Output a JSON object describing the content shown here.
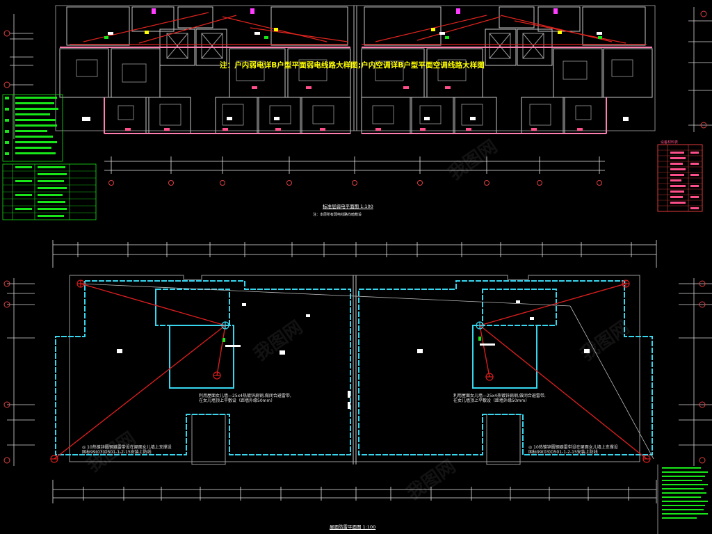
{
  "plan_note": "注：户内弱电详B户型平面弱电线路大样图;户内空调详B户型平面空调线路大样图",
  "upper_caption": "标准层弱电平面图 1:100",
  "upper_subcaption": "注：本层所有弱电线路均暗敷设",
  "roof_plan_title": "屋面防雷平面图 1:100",
  "lightning_note_left": [
    "利用屋面女儿墙—25x4热镀锌扁钢,做闭合避雷带,",
    "在女儿墙顶上平敷设（距墙外缘50mm）"
  ],
  "lightning_note_right": [
    "利用屋面女儿墙—25x4热镀锌扁钢,做闭合避雷带,",
    "在女儿墙顶上平敷设（距墙外缘50mm）"
  ],
  "conductor_note_left": [
    "◎ 10热镀锌圆钢避雷带设在屋面女儿墙上支撑设",
    "国标99(03)D501-1-2-15安装上防线"
  ],
  "conductor_note_right": [
    "◎ 10热镀锌圆钢避雷带设在屋面女儿墙上支撑设",
    "国标99(03)D501-1-2-15安装上防线"
  ],
  "legend_right_title": "设备材料表",
  "watermark": "我图网",
  "colors": {
    "background": "#000000",
    "wall": "#c8c8c8",
    "lightning_belt": "#38d7f0",
    "down_conductor": "#d81e1e",
    "legend_green": "#19e619",
    "note_yellow": "#ffff00",
    "magenta": "#ff3cff",
    "pink_table": "#ff4f8b",
    "table_frame": "#e23a3a"
  },
  "icons": [
    "ground-terminal-icon",
    "axis-bubble-icon",
    "switch-symbol-icon",
    "socket-symbol-icon"
  ]
}
